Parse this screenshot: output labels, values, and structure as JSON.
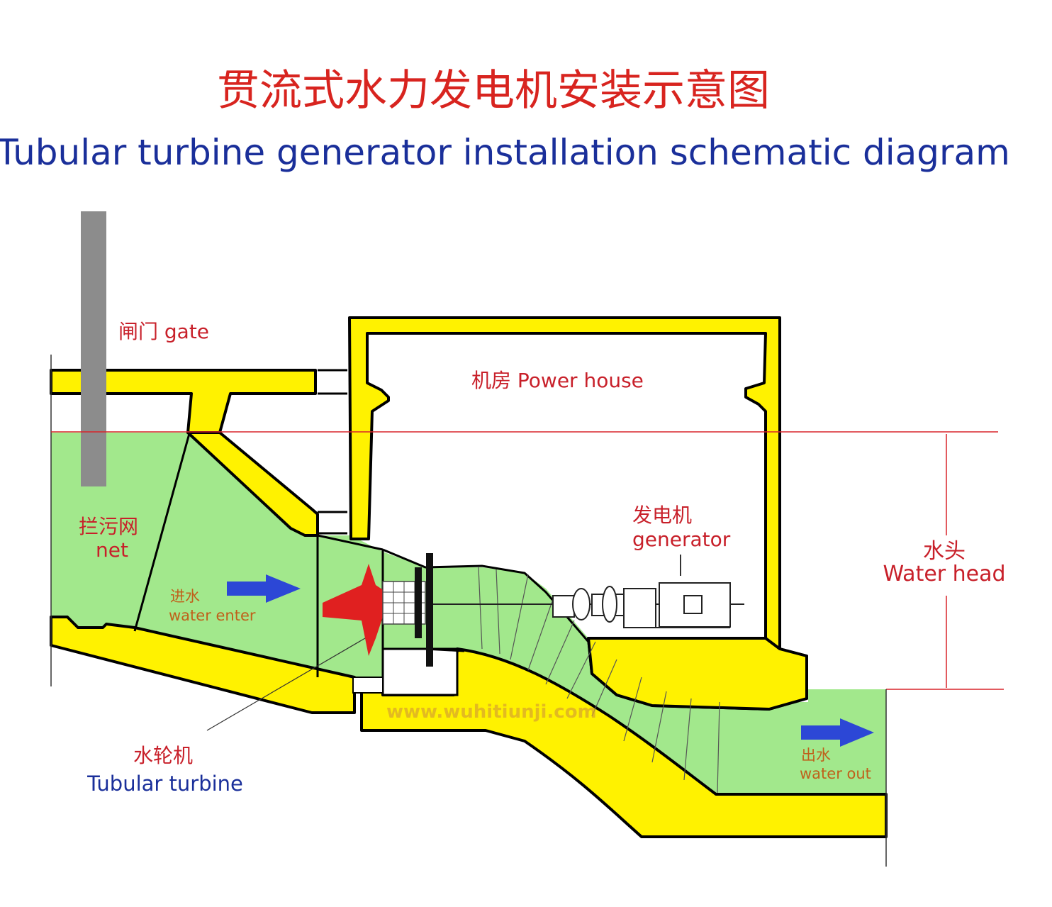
{
  "title": {
    "cn": "贯流式水力发电机安装示意图",
    "en": "Tubular turbine generator installation schematic diagram"
  },
  "labels": {
    "gate": "闸门 gate",
    "power_house": "机房 Power house",
    "net_cn": "拦污网",
    "net_en": "net",
    "water_enter_cn": "进水",
    "water_enter_en": "water enter",
    "generator_cn": "发电机",
    "generator_en": "generator",
    "water_head_cn": "水头",
    "water_head_en": "Water head",
    "turbine_cn": "水轮机",
    "turbine_en": "Tubular turbine",
    "water_out_cn": "出水",
    "water_out_en": "water out",
    "watermark": "www.wuhitiunji.com"
  },
  "colors": {
    "concrete": "#fff200",
    "concrete_edge": "#000000",
    "water": "#a2e88c",
    "gate": "#8c8c8c",
    "runner": "#e02020",
    "arrow": "#2c47d6",
    "level_line": "#d8242a",
    "title_cn": "#d8241f",
    "title_en": "#1a2f9a"
  }
}
